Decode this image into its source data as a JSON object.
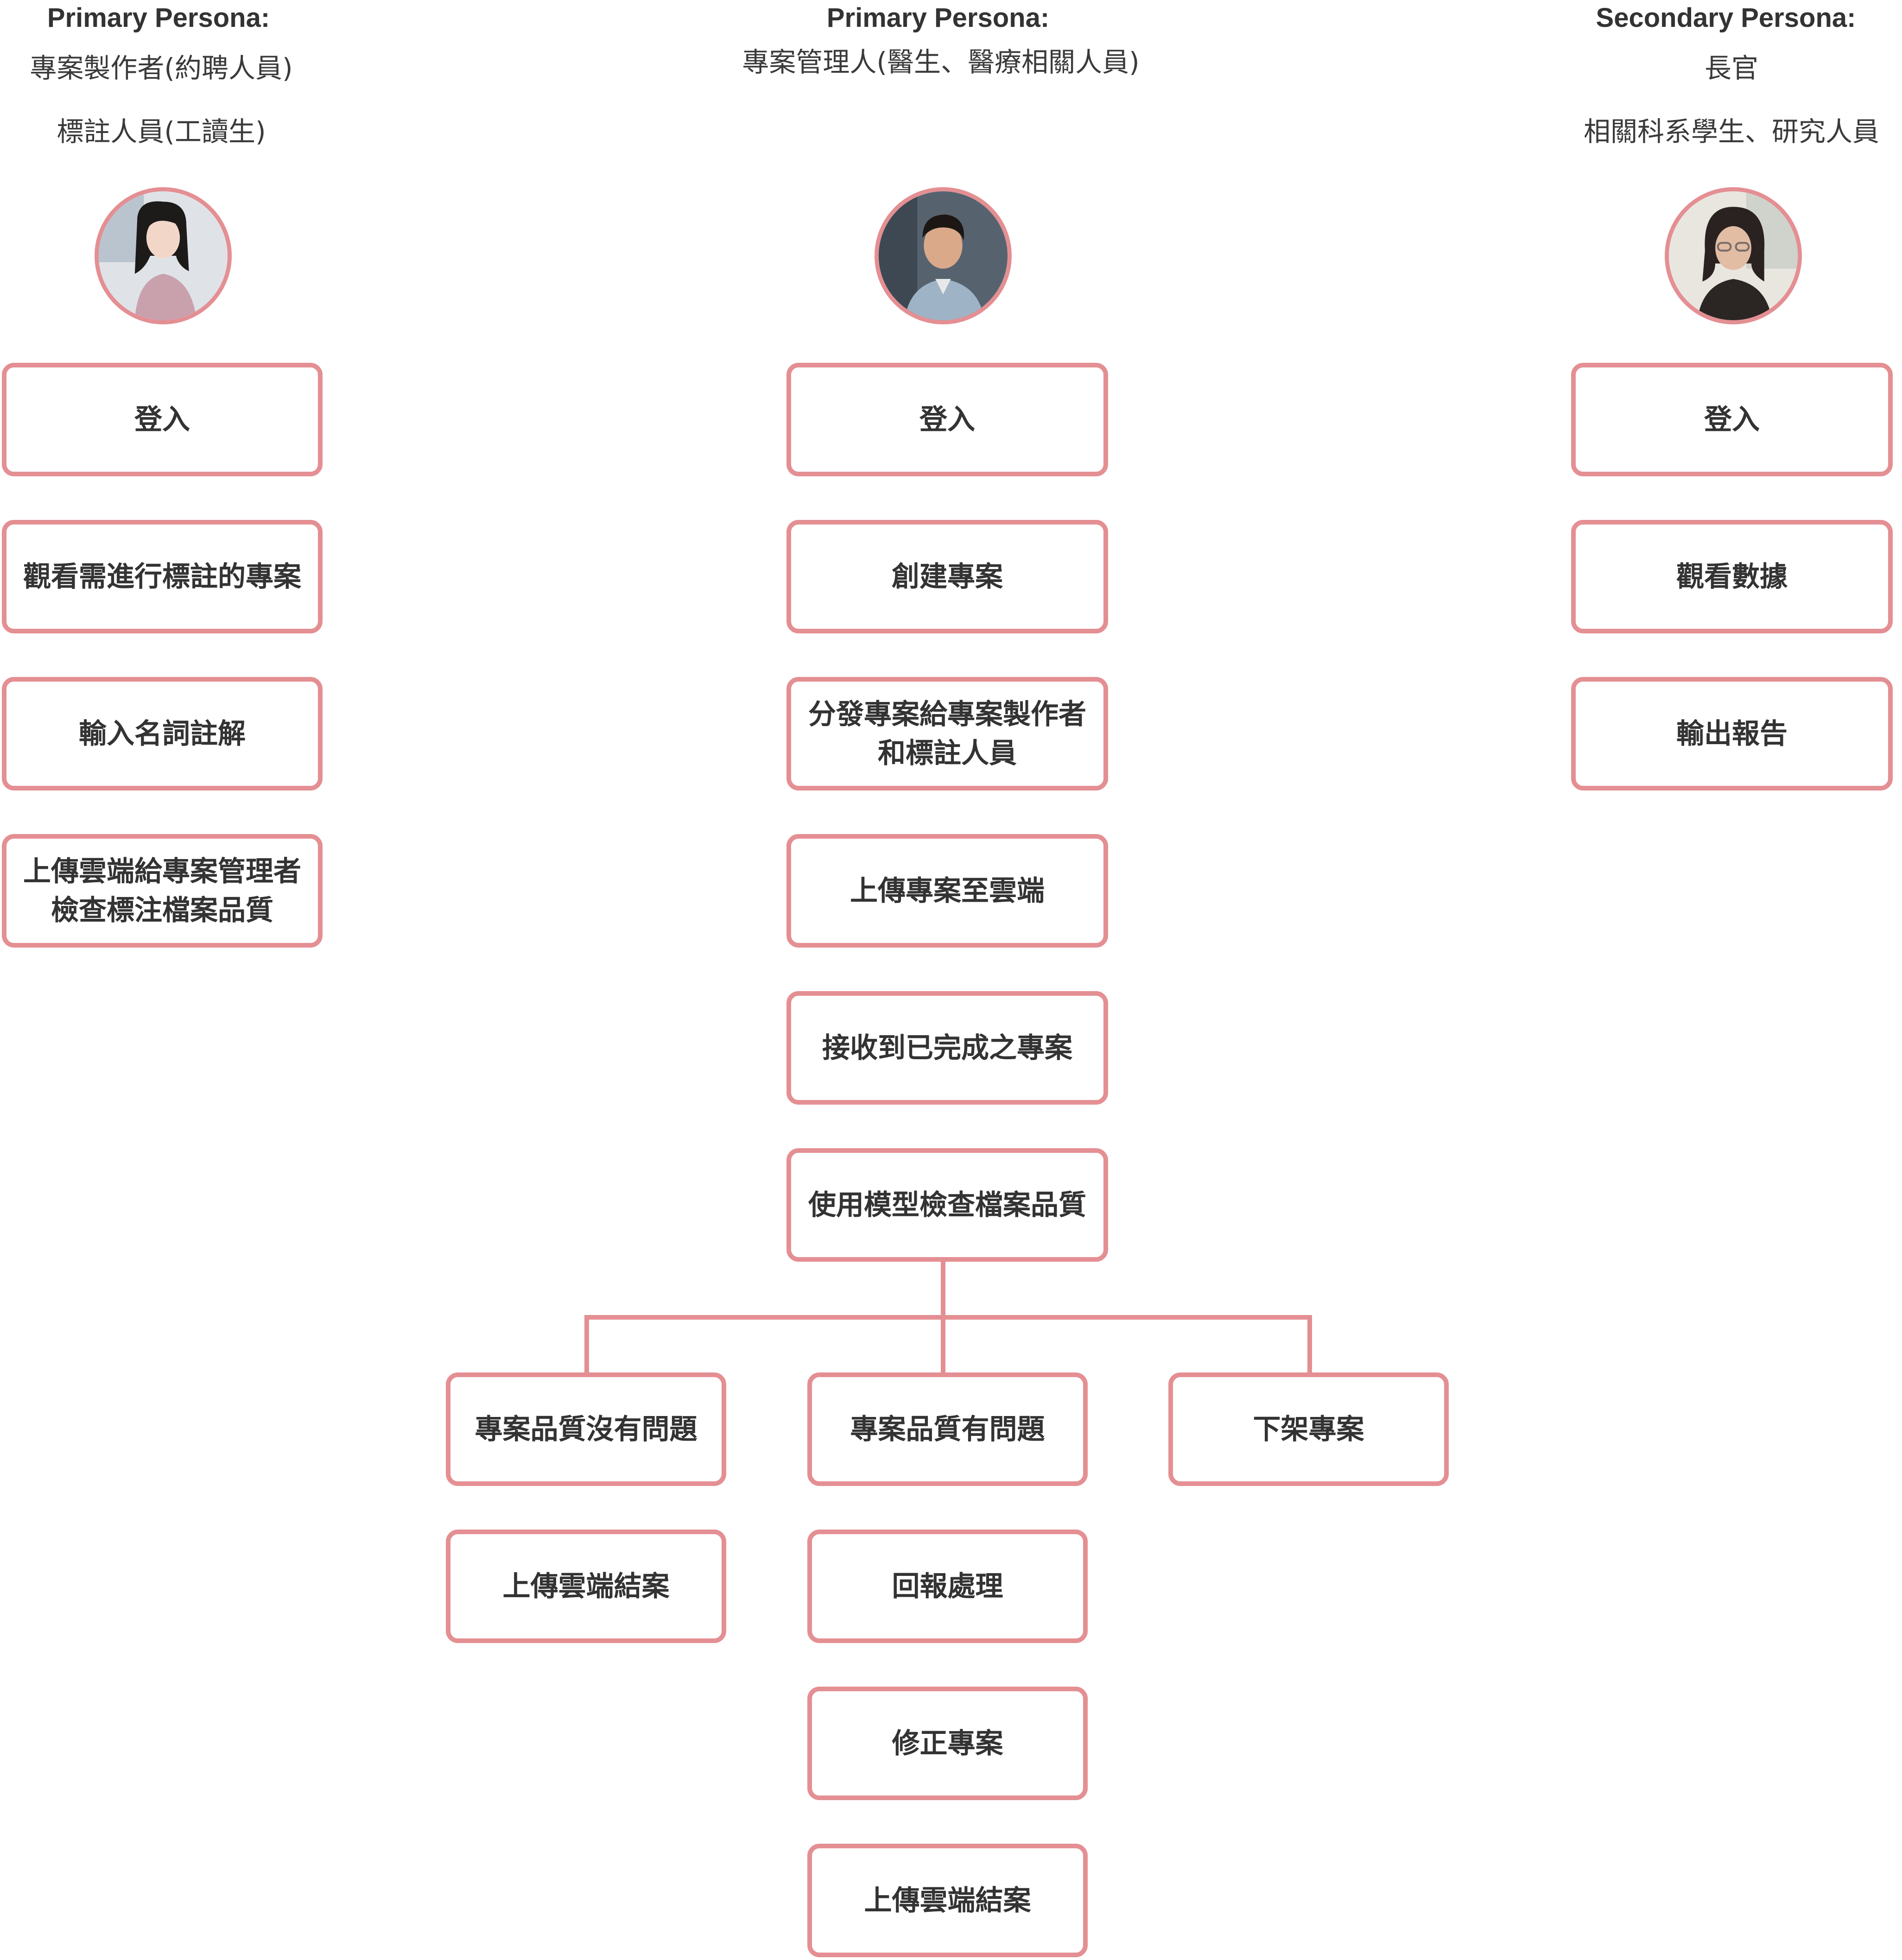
{
  "colors": {
    "accent": "#e48f93",
    "text": "#333333"
  },
  "personas": [
    {
      "title": "Primary Persona:",
      "roles": [
        "專案製作者(約聘人員)",
        "標註人員(工讀生)"
      ],
      "avatar_icon": "woman-avatar-icon",
      "steps": [
        [
          "登入"
        ],
        [
          "觀看需進行標註的專案"
        ],
        [
          "輸入名詞註解"
        ],
        [
          "上傳雲端給專案管理者",
          "檢查標注檔案品質"
        ]
      ]
    },
    {
      "title": "Primary Persona:",
      "roles": [
        "專案管理人(醫生、醫療相關人員)"
      ],
      "avatar_icon": "man-avatar-icon",
      "steps": [
        [
          "登入"
        ],
        [
          "創建專案"
        ],
        [
          "分發專案給專案製作者",
          "和標註人員"
        ],
        [
          "上傳專案至雲端"
        ],
        [
          "接收到已完成之專案"
        ],
        [
          "使用模型檢查檔案品質"
        ]
      ],
      "branches": [
        {
          "steps": [
            [
              "專案品質沒有問題"
            ],
            [
              "上傳雲端結案"
            ]
          ]
        },
        {
          "steps": [
            [
              "專案品質有問題"
            ],
            [
              "回報處理"
            ],
            [
              "修正專案"
            ],
            [
              "上傳雲端結案"
            ]
          ]
        },
        {
          "steps": [
            [
              "下架專案"
            ]
          ]
        }
      ]
    },
    {
      "title": "Secondary Persona:",
      "roles": [
        "長官",
        "相關科系學生、研究人員"
      ],
      "avatar_icon": "older-woman-avatar-icon",
      "steps": [
        [
          "登入"
        ],
        [
          "觀看數據"
        ],
        [
          "輸出報告"
        ]
      ]
    }
  ]
}
